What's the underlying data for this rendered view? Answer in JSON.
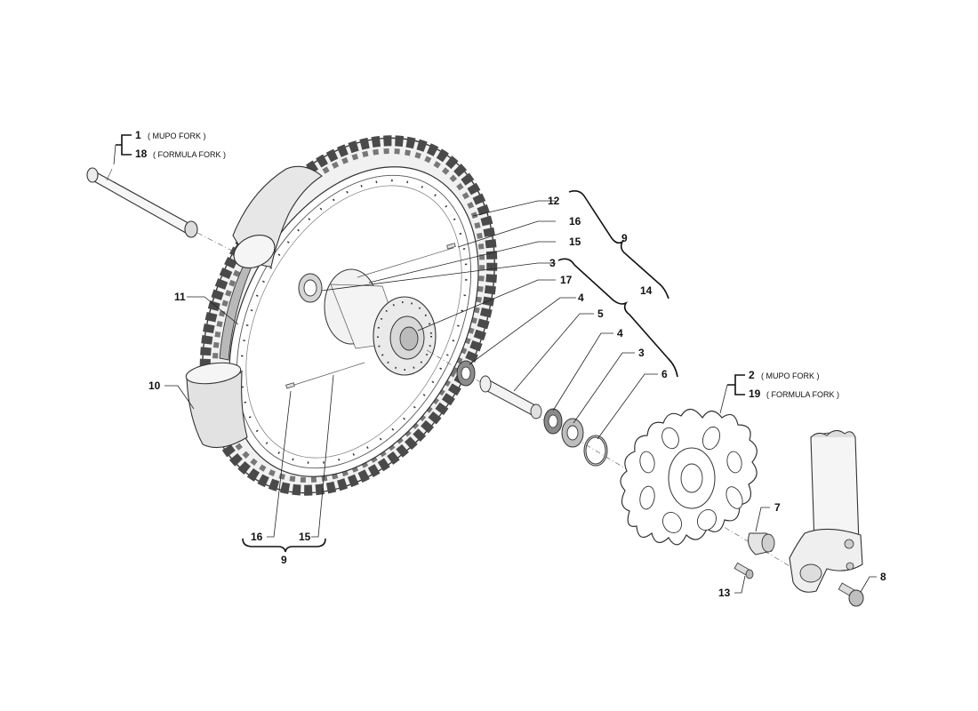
{
  "labels": {
    "p1": "1",
    "p1_note": "( MUPO FORK )",
    "p18": "18",
    "p18_note": "( FORMULA FORK )",
    "p2": "2",
    "p2_note": "( MUPO FORK )",
    "p19": "19",
    "p19_note": "( FORMULA FORK )",
    "p3a": "3",
    "p3b": "3",
    "p4a": "4",
    "p4b": "4",
    "p5": "5",
    "p6": "6",
    "p7": "7",
    "p8": "8",
    "p9a": "9",
    "p9b": "9",
    "p10": "10",
    "p11": "11",
    "p12": "12",
    "p13": "13",
    "p14": "14",
    "p15a": "15",
    "p15b": "15",
    "p16a": "16",
    "p16b": "16",
    "p17": "17"
  }
}
